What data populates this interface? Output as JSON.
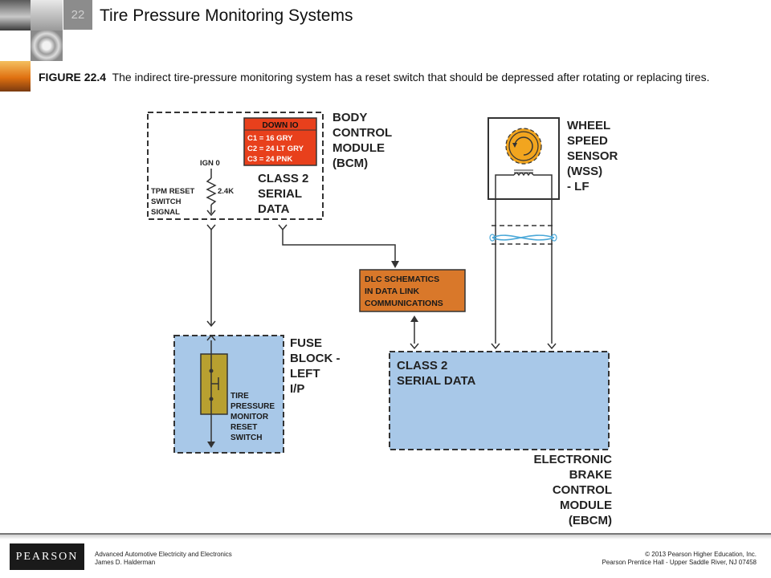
{
  "header": {
    "chapter_number": "22",
    "title": "Tire Pressure Monitoring Systems"
  },
  "caption": {
    "label": "FIGURE 22.4",
    "text": "The indirect tire-pressure monitoring system has a reset switch that should be depressed after rotating or replacing tires."
  },
  "diagram": {
    "bcm": {
      "label_lines": [
        "BODY",
        "CONTROL",
        "MODULE",
        "(BCM)"
      ],
      "connector_header": "DOWN IO",
      "connector_lines": [
        "C1 = 16 GRY",
        "C2 = 24 LT GRY",
        "C3 = 24 PNK"
      ],
      "serial_lines": [
        "CLASS 2",
        "SERIAL",
        "DATA"
      ],
      "ign": "IGN 0",
      "resistor": "2.4K",
      "tpm_lines": [
        "TPM RESET",
        "SWITCH",
        "SIGNAL"
      ]
    },
    "wss": {
      "label_lines": [
        "WHEEL",
        "SPEED",
        "SENSOR",
        "(WSS)",
        "- LF"
      ]
    },
    "dlc": {
      "label_lines": [
        "DLC SCHEMATICS",
        "IN DATA LINK",
        "COMMUNICATIONS"
      ]
    },
    "fuse_block": {
      "label_lines": [
        "FUSE",
        "BLOCK -",
        "LEFT",
        "I/P"
      ],
      "switch_lines": [
        "TIRE",
        "PRESSURE",
        "MONITOR",
        "RESET",
        "SWITCH"
      ]
    },
    "ebcm": {
      "serial_lines": [
        "CLASS 2",
        "SERIAL DATA"
      ],
      "label_lines": [
        "ELECTRONIC",
        "BRAKE",
        "CONTROL",
        "MODULE",
        "(EBCM)"
      ]
    },
    "colors": {
      "connector_red": "#e8401c",
      "dlc_orange": "#d9782a",
      "module_blue": "#a8c8e8",
      "switch_olive": "#b8a030",
      "sensor_orange": "#f2a51f"
    }
  },
  "footer": {
    "logo": "PEARSON",
    "book_title": "Advanced Automotive Electricity and Electronics",
    "author": "James D. Halderman",
    "copyright": "© 2013  Pearson Higher Education, Inc.",
    "publisher": "Pearson Prentice Hall - Upper Saddle River, NJ 07458"
  }
}
